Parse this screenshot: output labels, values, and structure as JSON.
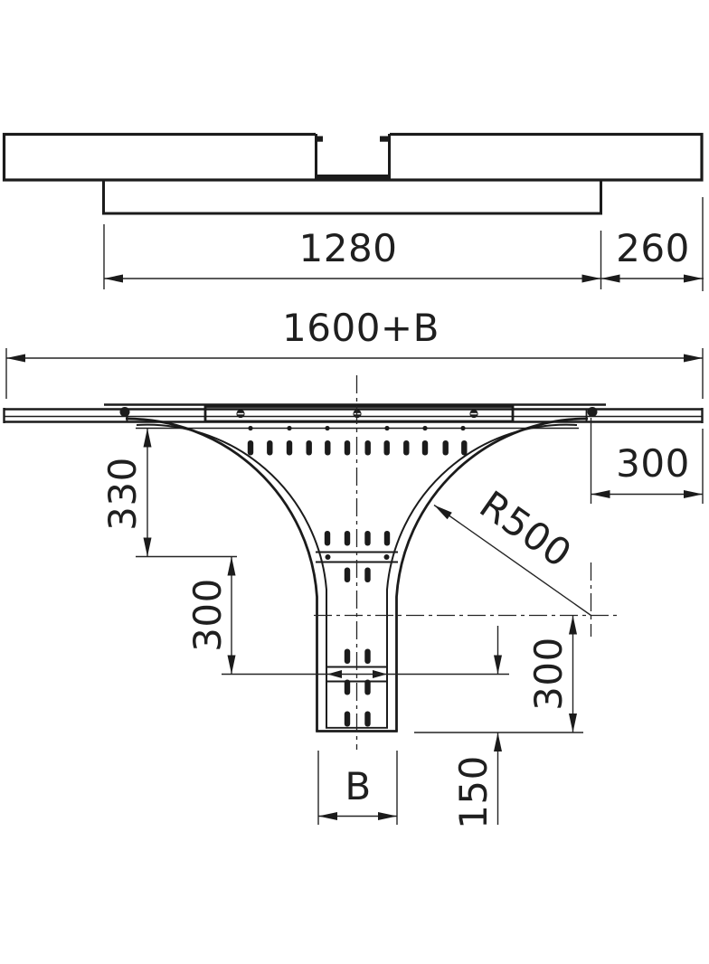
{
  "drawing": {
    "side_view": {
      "dim_length": "1280",
      "dim_end": "260"
    },
    "plan_view": {
      "dim_overall": "1600+B",
      "dim_offset_top": "330",
      "dim_offset_mid": "300",
      "dim_radius": "R500",
      "dim_right_horizontal": "300",
      "dim_right_vertical": "300",
      "dim_bottom_offset": "150",
      "dim_branch_width": "B"
    }
  }
}
